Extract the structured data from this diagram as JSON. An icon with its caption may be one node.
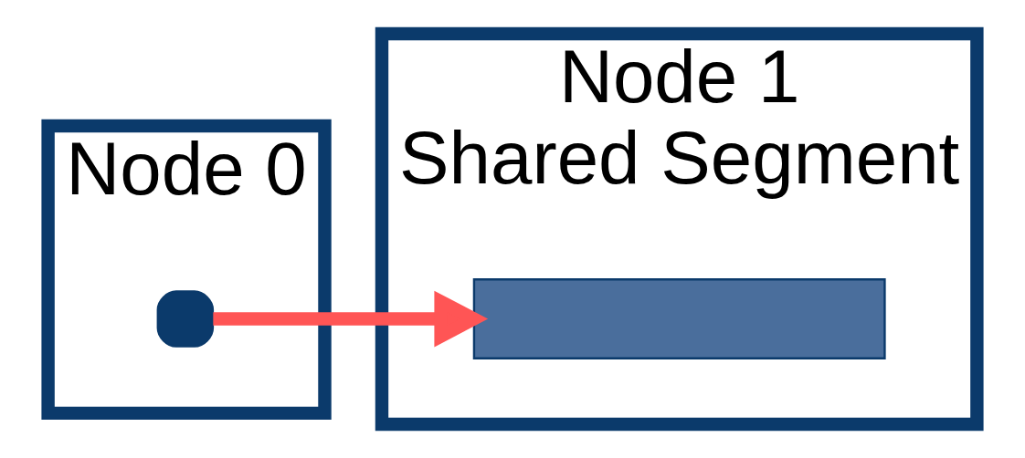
{
  "diagram": {
    "nodes": [
      {
        "text": [
          "Node 0"
        ]
      },
      {
        "text": [],
        "shape": "box",
        "in": 0
      },
      {
        "text": [
          "Node 1",
          "Shared Segment"
        ]
      },
      {
        "text": [],
        "shape": "bar",
        "in": 2
      }
    ],
    "edges": [
      {
        "from": 1,
        "to": 3,
        "arrow": "to",
        "color": "#ff5555"
      }
    ]
  }
}
